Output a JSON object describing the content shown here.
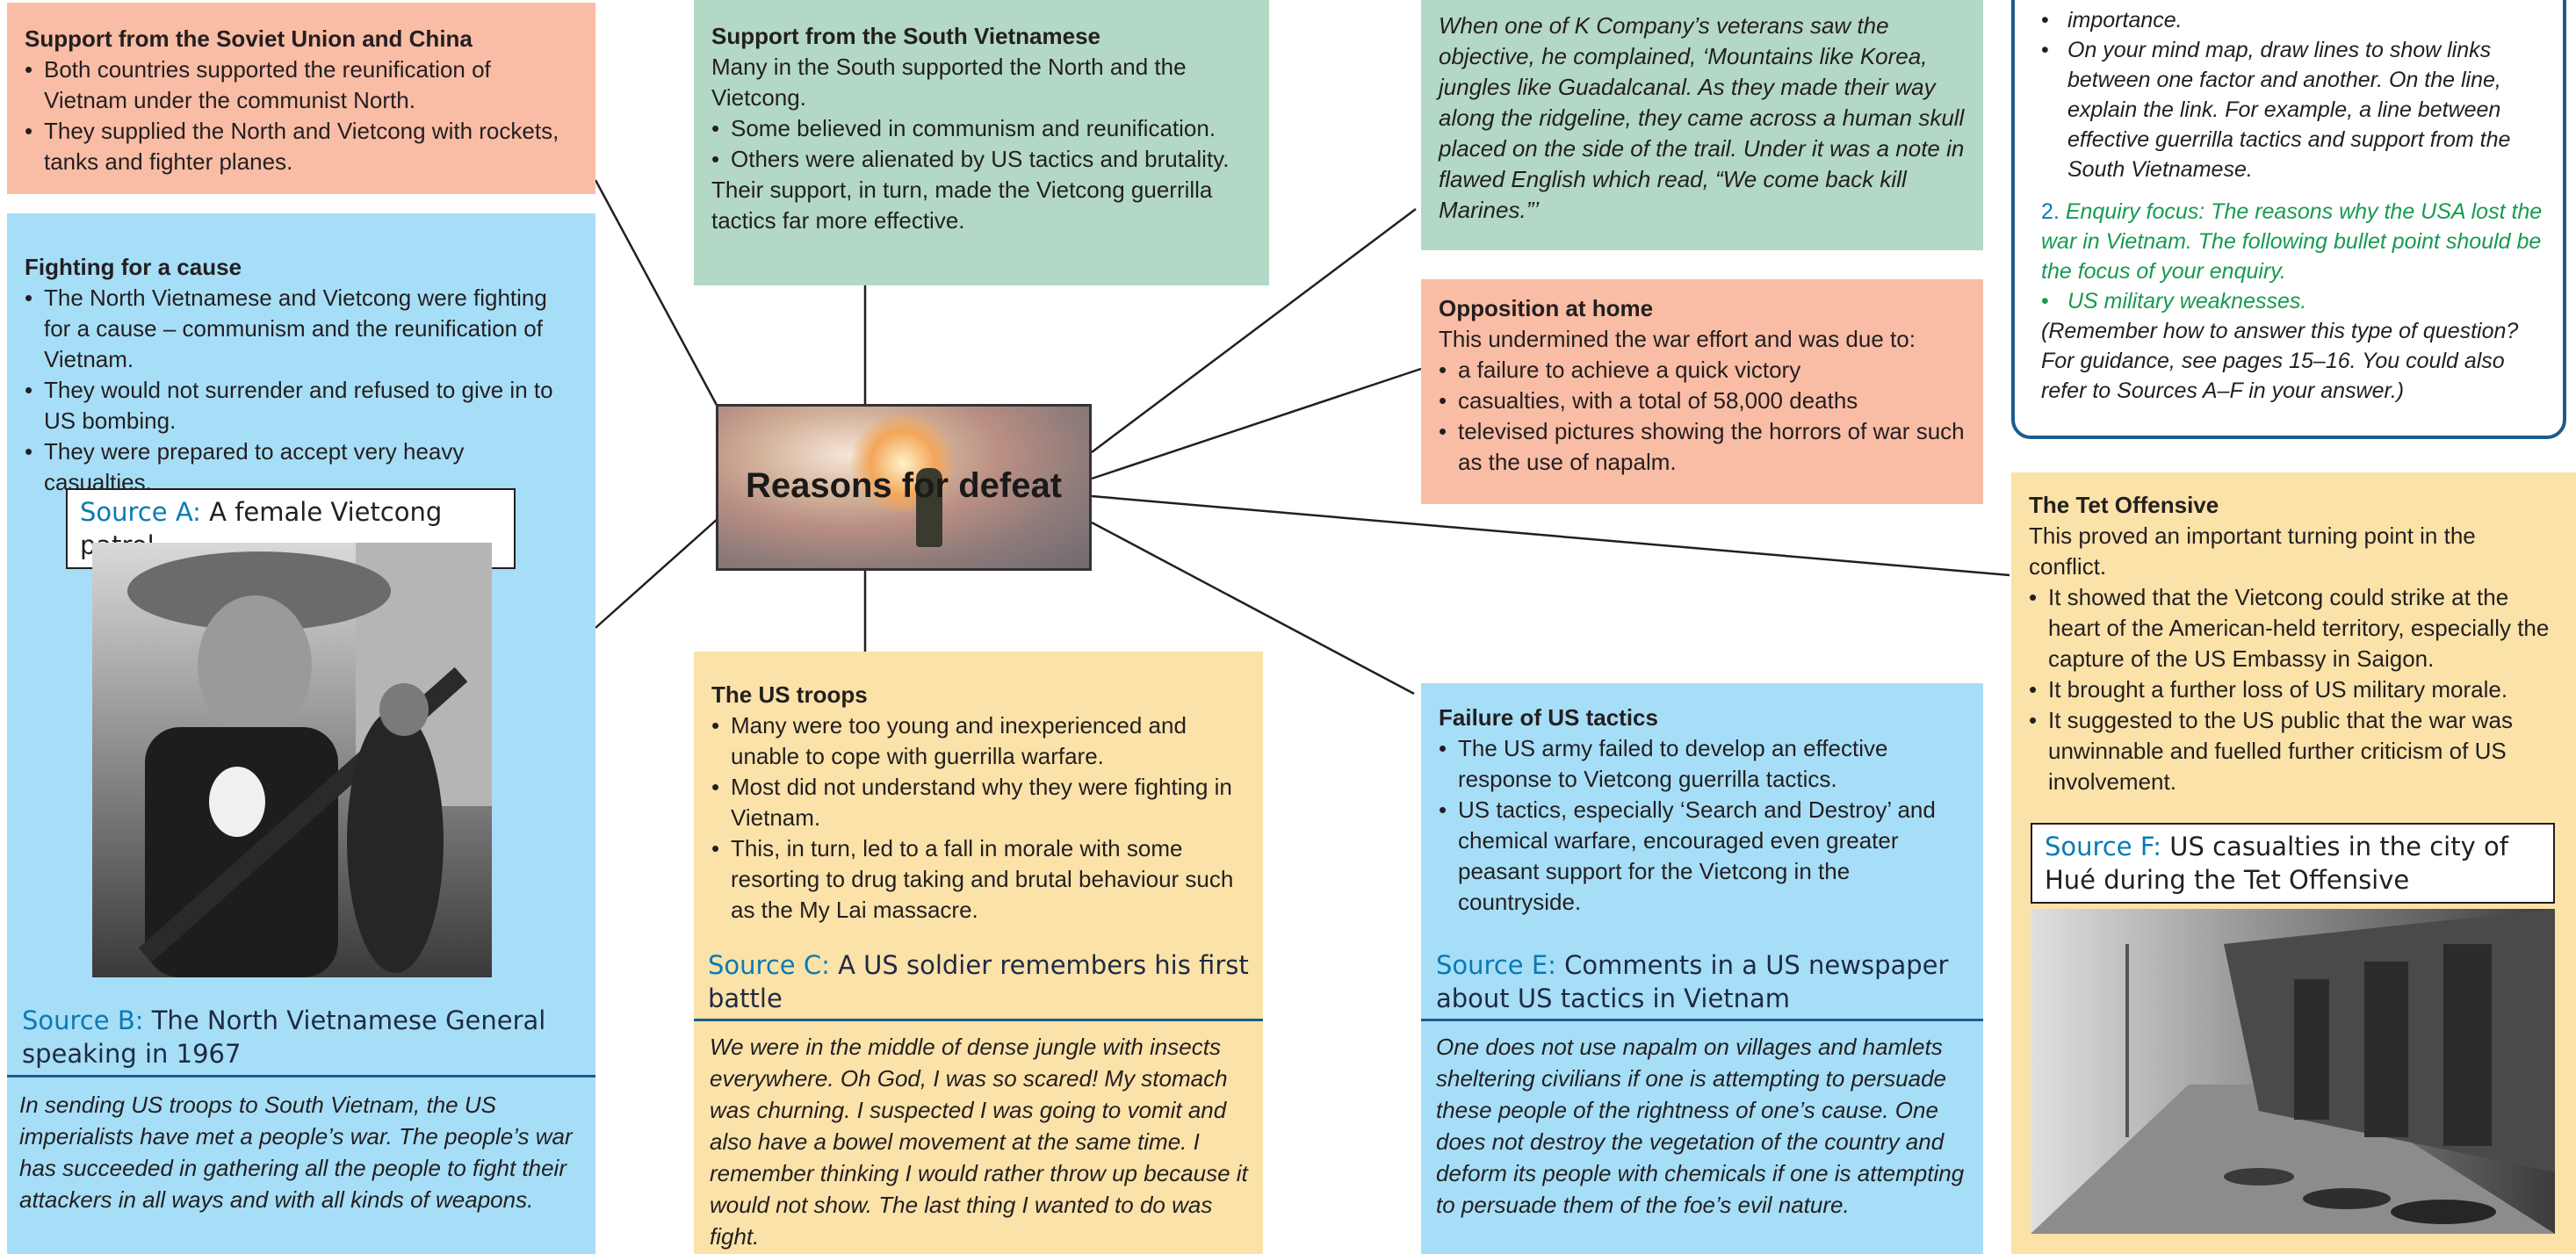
{
  "center": {
    "title": "Reasons for defeat"
  },
  "soviet": {
    "title": "Support from the Soviet Union and China",
    "items": [
      "Both countries supported the reunification of Vietnam under the communist North.",
      "They supplied the North and Vietcong with rockets, tanks and fighter planes."
    ]
  },
  "cause": {
    "title": "Fighting for a cause",
    "items": [
      "The North Vietnamese and Vietcong were fighting for a cause – communism and the reunification of Vietnam.",
      "They would not surrender and refused to give in to US bombing.",
      "They were prepared to accept very heavy casualties."
    ]
  },
  "source_a": {
    "label": "Source A:",
    "caption": "A female Vietcong patrol"
  },
  "source_b": {
    "label": "Source B:",
    "caption": "The North Vietnamese General speaking in 1967",
    "text": "In sending US troops to South Vietnam, the US imperialists have met a people’s war. The people’s war has succeeded in gathering all the people to fight their attackers in all ways and with all kinds of weapons."
  },
  "south": {
    "title": "Support from the South Vietnamese",
    "intro": "Many in the South supported the North and the Vietcong.",
    "items": [
      "Some believed in communism and reunification.",
      "Others were alienated by US tactics and brutality."
    ],
    "outro": "Their support, in turn, made the Vietcong guerrilla tactics far more effective."
  },
  "us_troops": {
    "title": "The US troops",
    "items": [
      "Many were too young and inexperienced and unable to cope with guerrilla warfare.",
      "Most did not understand why they were fighting in Vietnam.",
      "This, in turn, led to a fall in morale with some resorting to drug taking and brutal behaviour such as the My Lai massacre."
    ]
  },
  "source_c": {
    "label": "Source C:",
    "caption": "A US soldier remembers his first battle",
    "text": "We were in the middle of dense jungle with insects everywhere. Oh God, I was so scared! My stomach was churning. I suspected I was going to vomit and also have a bowel movement at the same time. I remember thinking I would rather throw up because it would not show. The last thing I wanted to do was fight."
  },
  "veteran_quote": {
    "text": "When one of K Company’s veterans saw the objective, he complained, ‘Mountains like Korea, jungles like Guadalcanal. As they made their way along the ridgeline, they came across a human skull placed on the side of the trail. Under it was a note in flawed English which read, “We come back kill Marines.”’"
  },
  "opposition": {
    "title": "Opposition at home",
    "intro": "This undermined the war effort and was due to:",
    "items": [
      "a failure to achieve a quick victory",
      "casualties, with a total of 58,000 deaths",
      "televised pictures showing the horrors of war such as the use of napalm."
    ]
  },
  "failure": {
    "title": "Failure of US tactics",
    "items": [
      "The US army failed to develop an effective response to Vietcong guerrilla tactics.",
      "US tactics, especially ‘Search and Destroy’ and chemical warfare, encouraged even greater peasant support for the Vietcong in the countryside."
    ]
  },
  "source_e": {
    "label": "Source E:",
    "caption": "Comments in a US newspaper about US tactics in Vietnam",
    "text": "One does not use napalm on villages and hamlets sheltering civilians if one is attempting to persuade these people of the rightness of one’s cause. One does not destroy the vegetation of the country and deform its people with chemicals if one is attempting to persuade them of the foe’s evil nature."
  },
  "task": {
    "top_fragment": "importance.",
    "bullet": "On your mind map, draw lines to show links between one factor and another. On the line, explain the link. For example, a line between effective guerrilla tactics and support from the South Vietnamese.",
    "num": "2.",
    "enquiry": "Enquiry focus: The reasons why the USA lost the war in Vietnam. The following bullet point should be the focus of your enquiry.",
    "focus_bullet": "US military weaknesses.",
    "remember": "(Remember how to answer this type of question? For guidance, see pages 15–16. You could also refer to Sources A–F in your answer.)"
  },
  "tet": {
    "title": "The Tet Offensive",
    "intro": "This proved an important turning point in the conflict.",
    "items": [
      "It showed that the Vietcong could strike at the heart of the American-held territory, especially the capture of the US Embassy in Saigon.",
      "It brought a further loss of US military morale.",
      "It suggested to the US public that the war was unwinnable and fuelled further criticism of US involvement."
    ]
  },
  "source_f": {
    "label": "Source F:",
    "caption": "US casualties in the city of Hué during the Tet Offensive"
  }
}
